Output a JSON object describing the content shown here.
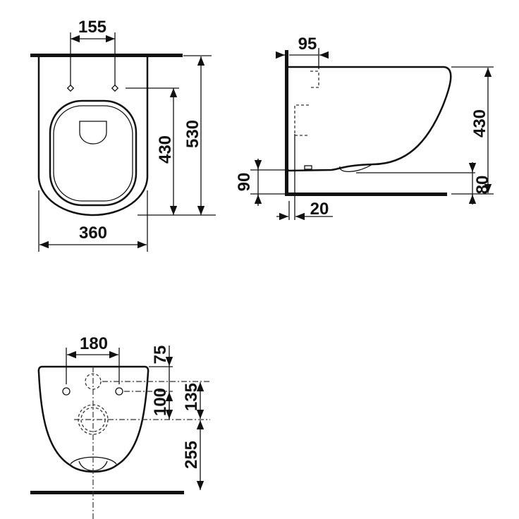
{
  "top_view": {
    "width_label": "360",
    "hole_spacing_label": "155",
    "length_label": "530",
    "hole_to_front_label": "430"
  },
  "side_view": {
    "wall_offset_label": "95",
    "height_label": "430",
    "outlet_height_label": "90",
    "bowl_bottom_label": "80",
    "wall_gap_label": "20"
  },
  "rear_view": {
    "hole_spacing_label": "180",
    "top_offset_label": "75",
    "pipe_gap_label": "100",
    "upper_label": "135",
    "floor_label": "255"
  },
  "colors": {
    "line": "#111111",
    "background": "#ffffff"
  }
}
